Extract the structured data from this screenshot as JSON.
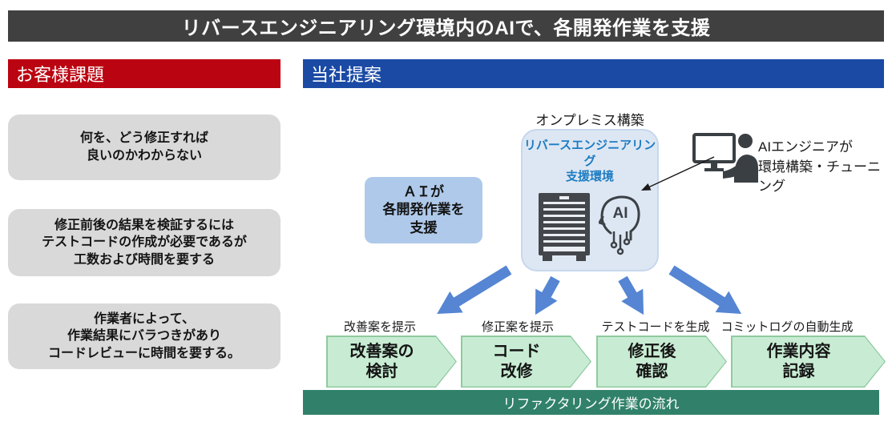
{
  "title": "リバースエンジニアリング環境内のAIで、各開発作業を支援",
  "left": {
    "header": "お客様課題",
    "issues": [
      {
        "lines": [
          "何を、どう修正すれば",
          "良いのかわからない"
        ]
      },
      {
        "lines": [
          "修正前後の結果を検証するには",
          "テストコードの作成が必要であるが",
          "工数および時間を要する"
        ]
      },
      {
        "lines": [
          "作業者によって、",
          "作業結果にバラつきがあり",
          "コードレビューに時間を要する。"
        ]
      }
    ]
  },
  "right": {
    "header": "当社提案",
    "onpremise_label": "オンプレミス構築",
    "env_box": {
      "title_line1": "リバースエンジニアリング",
      "title_line2": "支援環境",
      "icons": [
        "server-icon",
        "ai-head-icon"
      ]
    },
    "ai_support_box": {
      "lines": [
        "ＡＩが",
        "各開発作業を",
        "支援"
      ]
    },
    "engineer_note": {
      "line1": "AIエンジニアが",
      "line2": "環境構築・チューニング",
      "icon": "engineer-at-computer-icon"
    },
    "flow": {
      "steps": [
        {
          "label_above": "改善案を提示",
          "title_line1": "改善案の",
          "title_line2": "検討"
        },
        {
          "label_above": "修正案を提示",
          "title_line1": "コード",
          "title_line2": "改修"
        },
        {
          "label_above": "テストコードを生成",
          "title_line1": "修正後",
          "title_line2": "確認"
        },
        {
          "label_above": "コミットログの自動生成",
          "title_line1": "作業内容",
          "title_line2": "記録"
        }
      ],
      "footer": "リファクタリング作業の流れ"
    }
  },
  "colors": {
    "banner_bg": "#404040",
    "left_header_bg": "#bb0411",
    "right_header_bg": "#1b4aa5",
    "issue_box_bg": "#d9d9d9",
    "env_box_bg": "#dde7f3",
    "env_title_text": "#1e7cc2",
    "ai_box_bg": "#aec9ea",
    "fan_arrow": "#5585d3",
    "chevron_fill": "#c8ecd3",
    "chevron_border": "#8fca9e",
    "flow_bar_bg": "#31816a",
    "icon_dark": "#3c4146"
  }
}
